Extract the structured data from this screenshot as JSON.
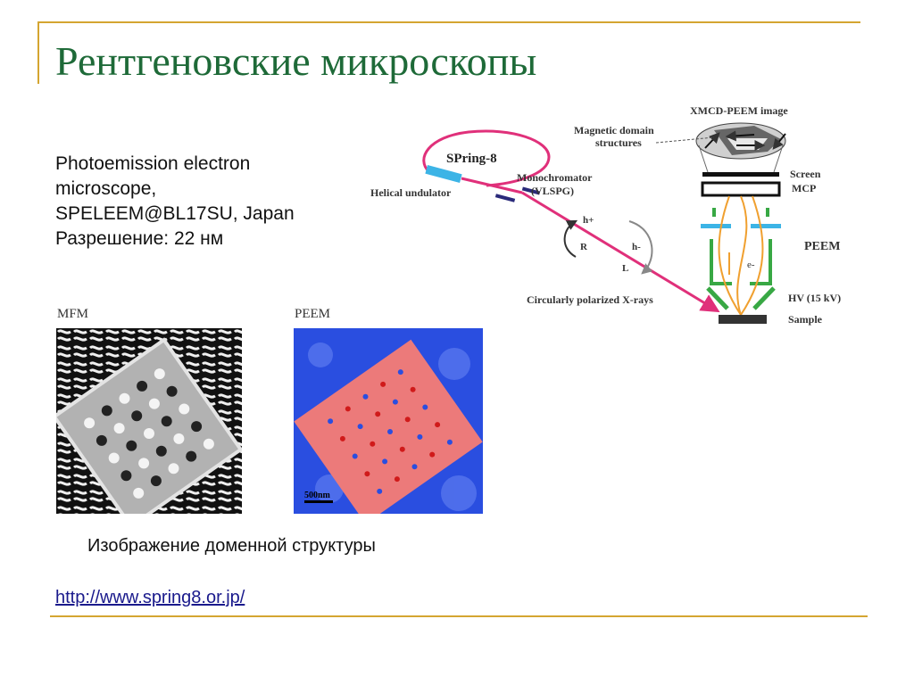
{
  "slide": {
    "title": "Рентгеновские микроскопы",
    "description_lines": [
      "Photoemission electron",
      "microscope,",
      "SPELEEM@BL17SU, Japan",
      "Разрешение: 22 нм"
    ],
    "caption": "Изображение доменной структуры",
    "url": "http://www.spring8.or.jp/"
  },
  "diagram": {
    "spring8": "SPring-8",
    "helical_undulator": "Helical undulator",
    "monochromator": "Monochromator",
    "vlspg": "(VLSPG)",
    "h_plus": "h+",
    "r": "R",
    "h_minus": "h-",
    "l": "L",
    "circular_xrays": "Circularly polarized X-rays",
    "xmcd_image": "XMCD-PEEM image",
    "magnetic_domain_1": "Magnetic domain",
    "magnetic_domain_2": "structures",
    "screen": "Screen",
    "mcp": "MCP",
    "peem": "PEEM",
    "electron": "e-",
    "hv": "HV (15 kV)",
    "sample": "Sample"
  },
  "panels": {
    "mfm_label": "MFM",
    "peem_label": "PEEM",
    "scale_bar": "500nm"
  },
  "colors": {
    "title": "#1e6a38",
    "accent_rule": "#d4a531",
    "beam": "#e0307a",
    "undulator": "#3cb4e6",
    "electron_path": "#f0a030",
    "lens_green": "#38a844",
    "peem_red": "#e84040",
    "peem_blue": "#2a4ee0"
  }
}
